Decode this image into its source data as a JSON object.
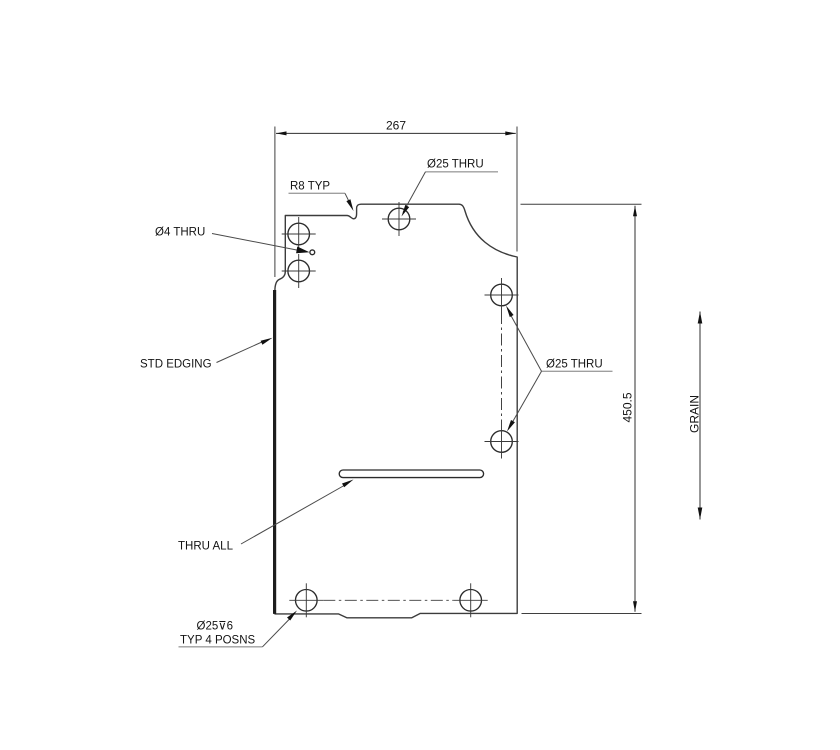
{
  "page": {
    "background": "#ffffff"
  },
  "drawing": {
    "kind": "engineering-part-drawing",
    "dim_width": "267",
    "dim_height": "450.5",
    "grain": "GRAIN",
    "notes": {
      "hole_top": "Ø25 THRU",
      "radius": "R8 TYP",
      "small_hole": "Ø4 THRU",
      "edging": "STD EDGING",
      "side_holes": "Ø25 THRU",
      "slot": "THRU ALL",
      "cbore_line1": "Ø25⊽6",
      "cbore_line2": "TYP 4 POSNS"
    },
    "colors": {
      "outline": "#3c3c3c",
      "text": "#141414",
      "leader_shoulder": "#9f9f9f",
      "thick_edge": "#1d1d1d"
    }
  }
}
